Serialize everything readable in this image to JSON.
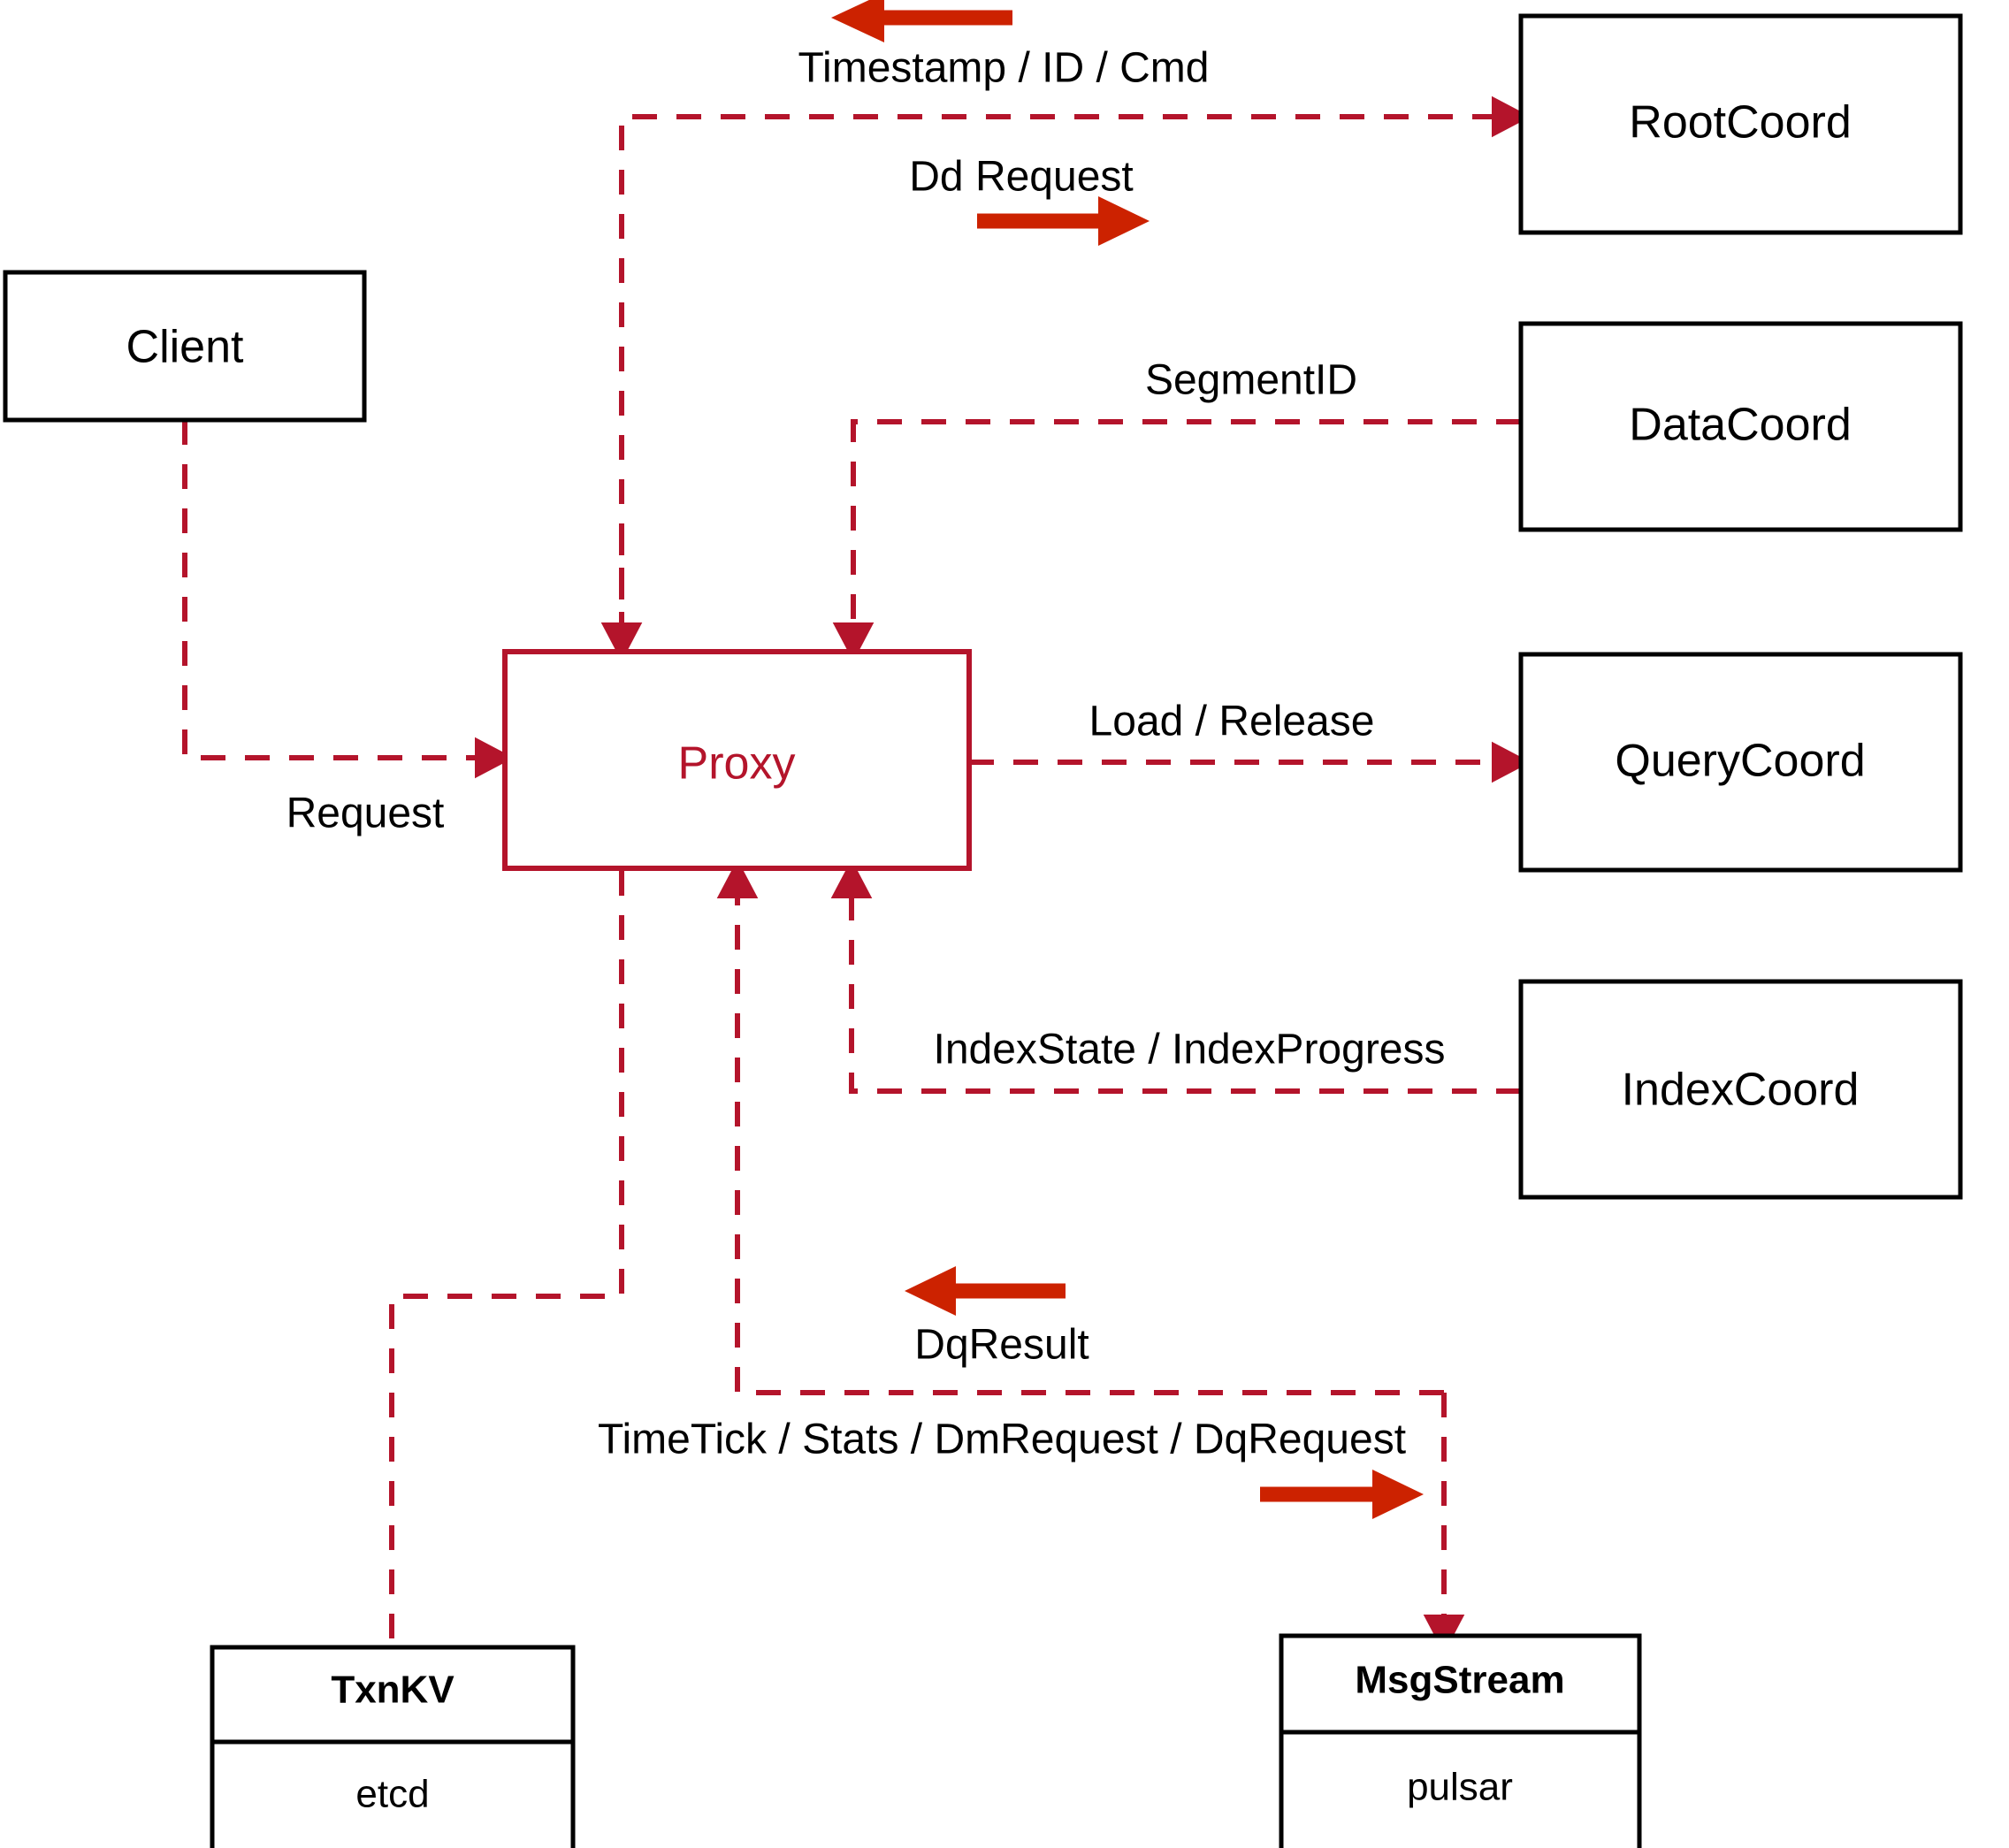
{
  "diagram": {
    "title": "Milvus Proxy interaction diagram",
    "colors": {
      "flow_red": "#b4142b",
      "direction_arrow_red": "#cc2200",
      "node_border_black": "#000000",
      "background": "#ffffff"
    },
    "nodes": {
      "client": {
        "label": "Client"
      },
      "proxy": {
        "label": "Proxy"
      },
      "root_coord": {
        "label": "RootCoord"
      },
      "data_coord": {
        "label": "DataCoord"
      },
      "query_coord": {
        "label": "QueryCoord"
      },
      "index_coord": {
        "label": "IndexCoord"
      },
      "txnkv": {
        "title": "TxnKV",
        "impl": "etcd"
      },
      "msgstream": {
        "title": "MsgStream",
        "impl": "pulsar"
      }
    },
    "edge_labels": {
      "timestamp_id_cmd": "Timestamp / ID / Cmd",
      "dd_request": "Dd Request",
      "segment_id": "SegmentID",
      "request": "Request",
      "load_release": "Load / Release",
      "index_state_progress": "IndexState / IndexProgress",
      "dq_result": "DqResult",
      "timetick_stats_dm_dq": "TimeTick / Stats / DmRequest / DqRequest"
    }
  }
}
